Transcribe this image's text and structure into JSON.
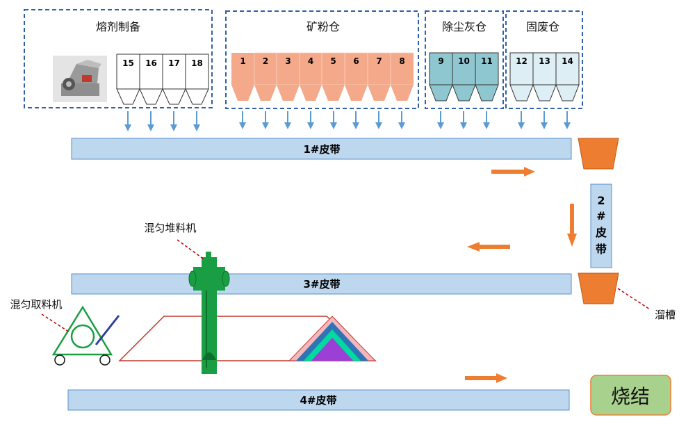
{
  "groups": {
    "flux": {
      "title": "熔剂制备",
      "bins": [
        "15",
        "16",
        "17",
        "18"
      ]
    },
    "ore": {
      "title": "矿粉仓",
      "bins": [
        "1",
        "2",
        "3",
        "4",
        "5",
        "6",
        "7",
        "8"
      ]
    },
    "dust": {
      "title": "除尘灰仓",
      "bins": [
        "9",
        "10",
        "11"
      ]
    },
    "solid": {
      "title": "固废仓",
      "bins": [
        "12",
        "13",
        "14"
      ]
    }
  },
  "belts": {
    "belt1": "1#皮带",
    "belt2": [
      "2",
      "#",
      "皮",
      "带"
    ],
    "belt3": "3#皮带",
    "belt4": "4#皮带"
  },
  "labels": {
    "stacker": "混匀堆料机",
    "reclaimer": "混匀取料机",
    "chute": "溜槽",
    "sinter": "烧结"
  },
  "colors": {
    "group_border": "#2e5fa8",
    "belt_fill": "#bdd7ee",
    "belt_border": "#5b8fc9",
    "ore_bin": "#f4a98a",
    "dust_bin": "#8fc7d1",
    "solid_bin": "#ddeef5",
    "arrow_blue": "#5b9bd5",
    "arrow_orange": "#ed7d31",
    "chute_fill": "#ed7d31",
    "stacker_green": "#1a9e43",
    "pile_outline": "#c0392b",
    "sinter_fill": "#a9d18e"
  },
  "icons": {
    "crusher": "crusher-machine-icon",
    "reclaimer": "reclaimer-wheel-icon",
    "stacker": "stacker-machine-icon"
  }
}
